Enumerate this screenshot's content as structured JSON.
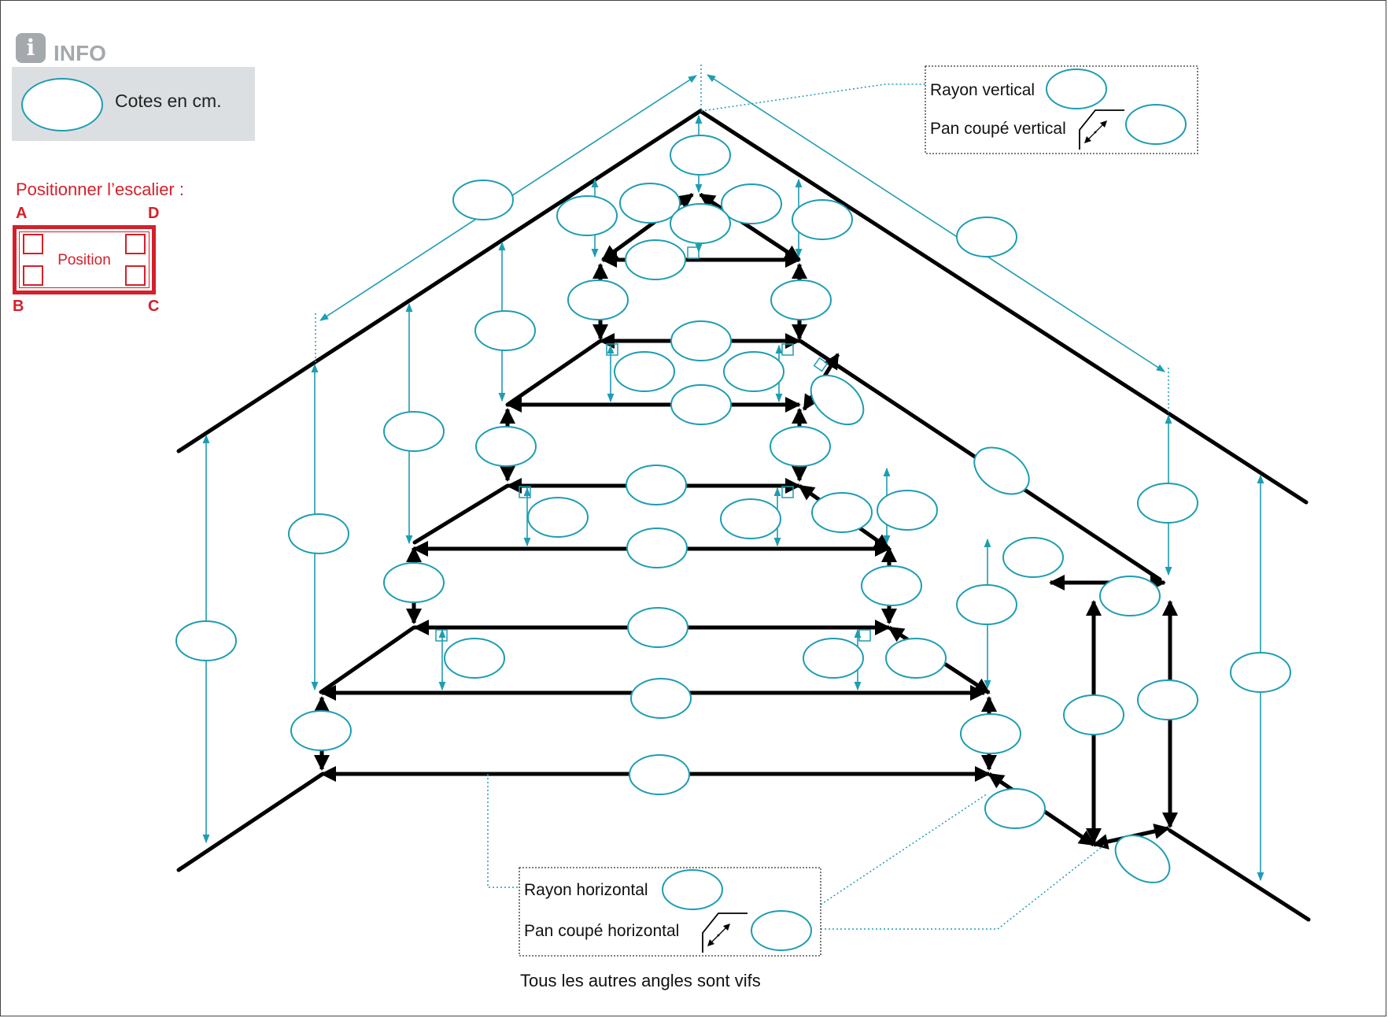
{
  "info": {
    "icon": "info-icon",
    "title": "INFO",
    "caption": "Cotes en cm."
  },
  "position": {
    "title": "Positionner l’escalier :",
    "label": "Position",
    "corners": [
      "A",
      "D",
      "B",
      "C"
    ]
  },
  "legend_vertical": {
    "radius_label": "Rayon vertical",
    "cut_label": "Pan coupé vertical"
  },
  "legend_horizontal": {
    "radius_label": "Rayon horizontal",
    "cut_label": "Pan coupé horizontal"
  },
  "note": "Tous les autres angles sont vifs",
  "colors": {
    "dimension": "#1e9db2",
    "structure": "#000000",
    "position": "#d4202a",
    "info": "#a4a9ae"
  }
}
